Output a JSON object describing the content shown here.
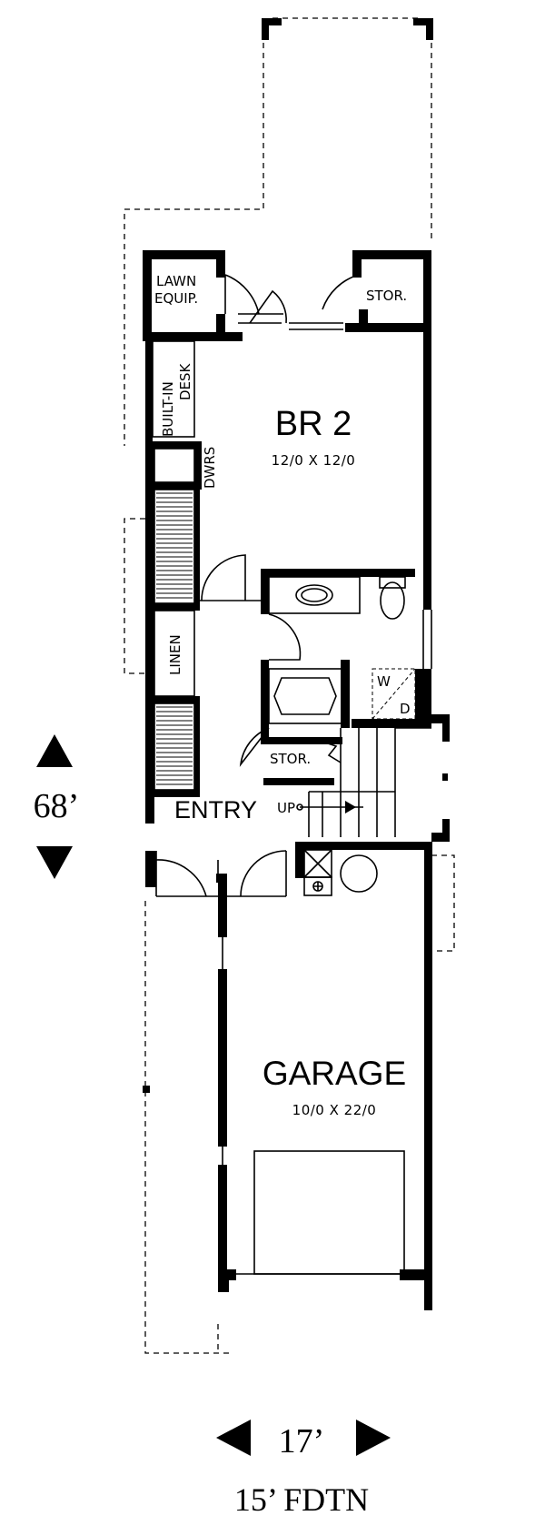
{
  "plan": {
    "rooms": {
      "br2": {
        "name": "BR 2",
        "dims": "12/0 X 12/0"
      },
      "garage": {
        "name": "GARAGE",
        "dims": "10/0 X 22/0"
      },
      "entry": {
        "name": "ENTRY",
        "up": "UP"
      }
    },
    "labels": {
      "lawn_line1": "LAWN",
      "lawn_line2": "EQUIP.",
      "stor_top": "STOR.",
      "builtin_line1": "BUILT-IN",
      "builtin_line2": "DESK",
      "dwrs": "DWRS",
      "linen": "LINEN",
      "stor_stair": "STOR.",
      "washer": "W",
      "dryer": "D"
    },
    "dimensions": {
      "depth": "68’",
      "width": "17’",
      "foundation": "15’ FDTN"
    }
  }
}
